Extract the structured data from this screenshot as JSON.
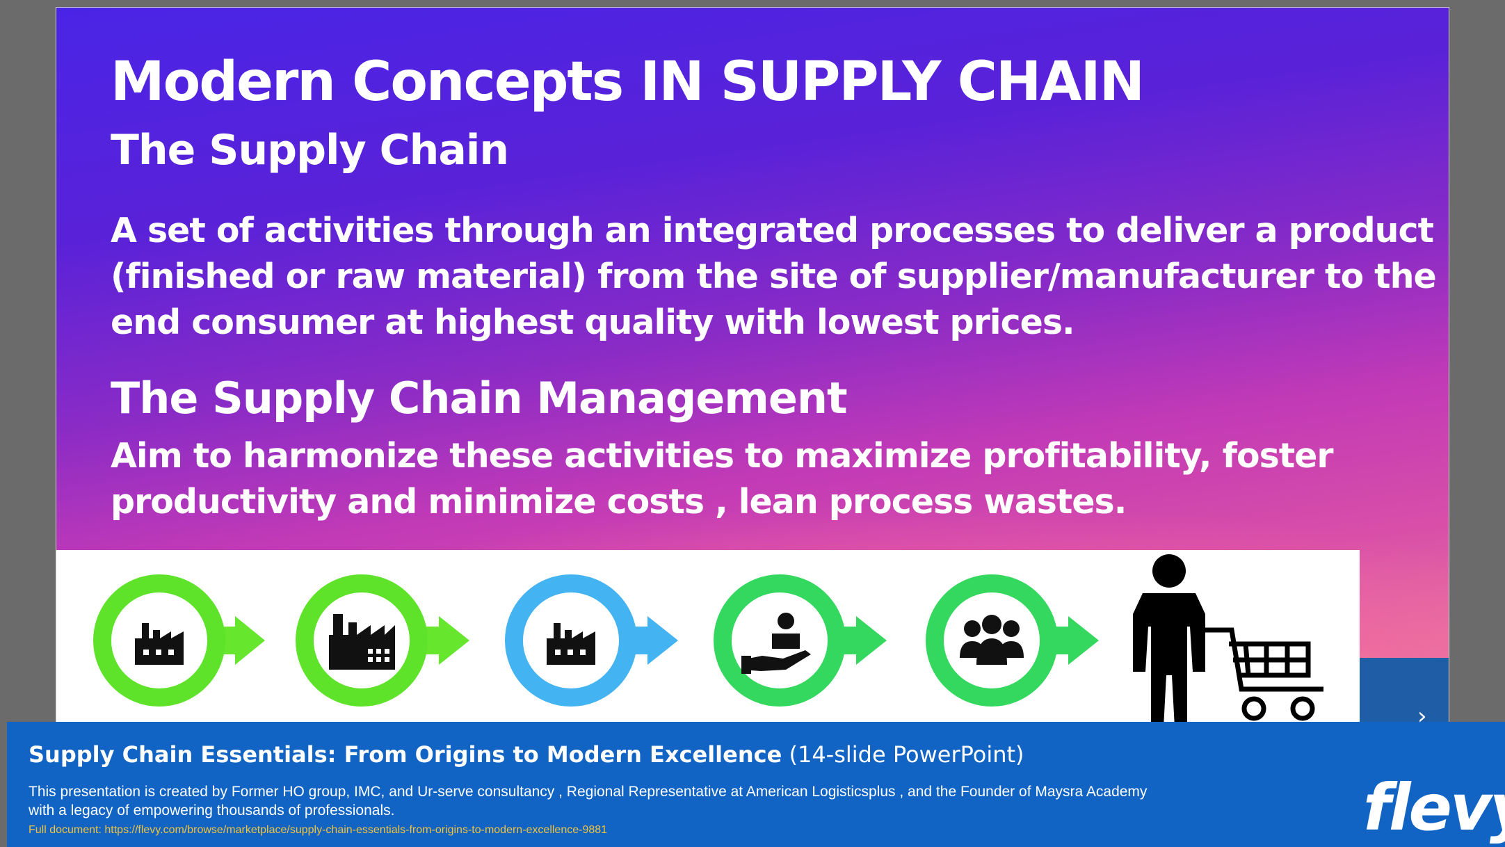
{
  "slide": {
    "title": "Modern Concepts IN SUPPLY CHAIN",
    "subtitle_1": "The  Supply Chain",
    "definition_1": [
      "A set of activities through an integrated processes to deliver a product",
      "(finished or raw material) from the site of supplier/manufacturer to the",
      "end consumer at highest quality with lowest prices."
    ],
    "subtitle_2": "The  Supply Chain Management",
    "definition_2": [
      "Aim to harmonize these activities to maximize profitability, foster",
      "productivity and minimize costs , lean process wastes."
    ]
  },
  "flow_diagram": {
    "stages": [
      {
        "icon": "small-factory-icon",
        "ring_color": "#5ee32a"
      },
      {
        "icon": "factory-icon",
        "ring_color": "#5ee32a"
      },
      {
        "icon": "small-factory-icon",
        "ring_color": "#44b3f2"
      },
      {
        "icon": "hand-delivery-icon",
        "ring_color": "#35d85e"
      },
      {
        "icon": "people-group-icon",
        "ring_color": "#35d85e"
      }
    ],
    "end_icon": "shopper-with-cart-icon",
    "arrow_colors": [
      "#66e62c",
      "#66e62c",
      "#44b3f2",
      "#35d85e",
      "#35d85e"
    ]
  },
  "banner": {
    "doc_title": "Supply Chain Essentials: From Origins to Modern Excellence",
    "doc_format": "(14-slide PowerPoint)",
    "description": "This presentation is created by Former HO group, IMC, and Ur-serve consultancy , Regional Representative at American Logisticsplus , and the Founder of Maysra Academy with a legacy of empowering thousands of professionals.",
    "link": "Full document: https://flevy.com/browse/marketplace/supply-chain-essentials-from-origins-to-modern-excellence-9881",
    "logo": "flevy",
    "next_symbol": "›"
  },
  "colors": {
    "banner_bg": "#1164c4",
    "link": "#f3c33b",
    "slide_gradient_top": "#4a24e6",
    "slide_gradient_bottom": "#ee8f9a"
  }
}
